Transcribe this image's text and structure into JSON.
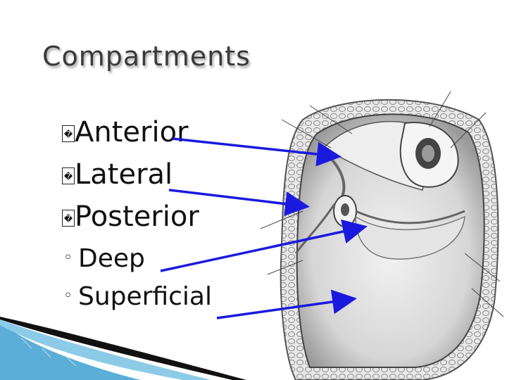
{
  "slide": {
    "title": "Compartments",
    "bullets": [
      {
        "marker": "�",
        "text": "Anterior"
      },
      {
        "marker": "�",
        "text": "Lateral"
      },
      {
        "marker": "�",
        "text": "Posterior"
      }
    ],
    "sub_bullets": [
      {
        "marker": "◦",
        "text": "Deep"
      },
      {
        "marker": "◦",
        "text": "Superficial"
      }
    ]
  },
  "colors": {
    "arrow": "#1a1adf",
    "title_text": "#3a3a3a",
    "body_text": "#111111",
    "deco_blue": "#5aaed8"
  },
  "figure": {
    "subject": "cross-section-of-leg-compartments"
  }
}
